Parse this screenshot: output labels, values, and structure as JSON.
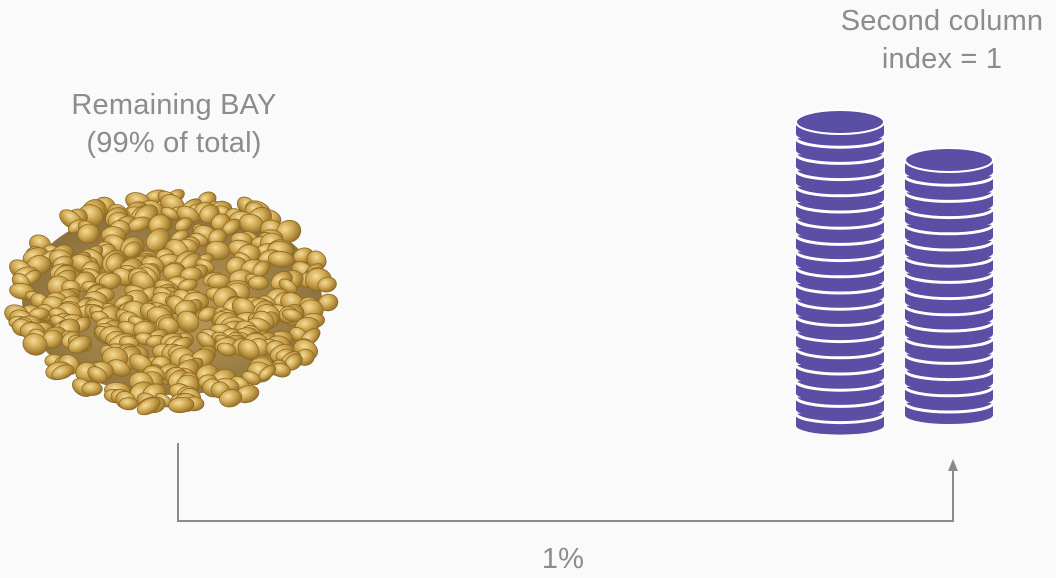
{
  "left_label": {
    "line1": "Remaining BAY",
    "line2": "(99% of total)"
  },
  "right_label": {
    "line1": "Second column",
    "line2": "index = 1"
  },
  "transfer_label": "1%",
  "colors": {
    "background": "#fafafa",
    "stack_purple": "#5a4ea5",
    "stack_gap": "#ffffff",
    "arrow": "#8a8a8a",
    "coin_gold": "#c9a24a",
    "coin_shadow": "#8c6a24",
    "coin_highlight": "#ecd38d"
  },
  "icons": {
    "coin_pile": "gold-coin-pile-icon",
    "stack_left": "coin-stack-icon",
    "stack_right": "coin-stack-icon"
  }
}
